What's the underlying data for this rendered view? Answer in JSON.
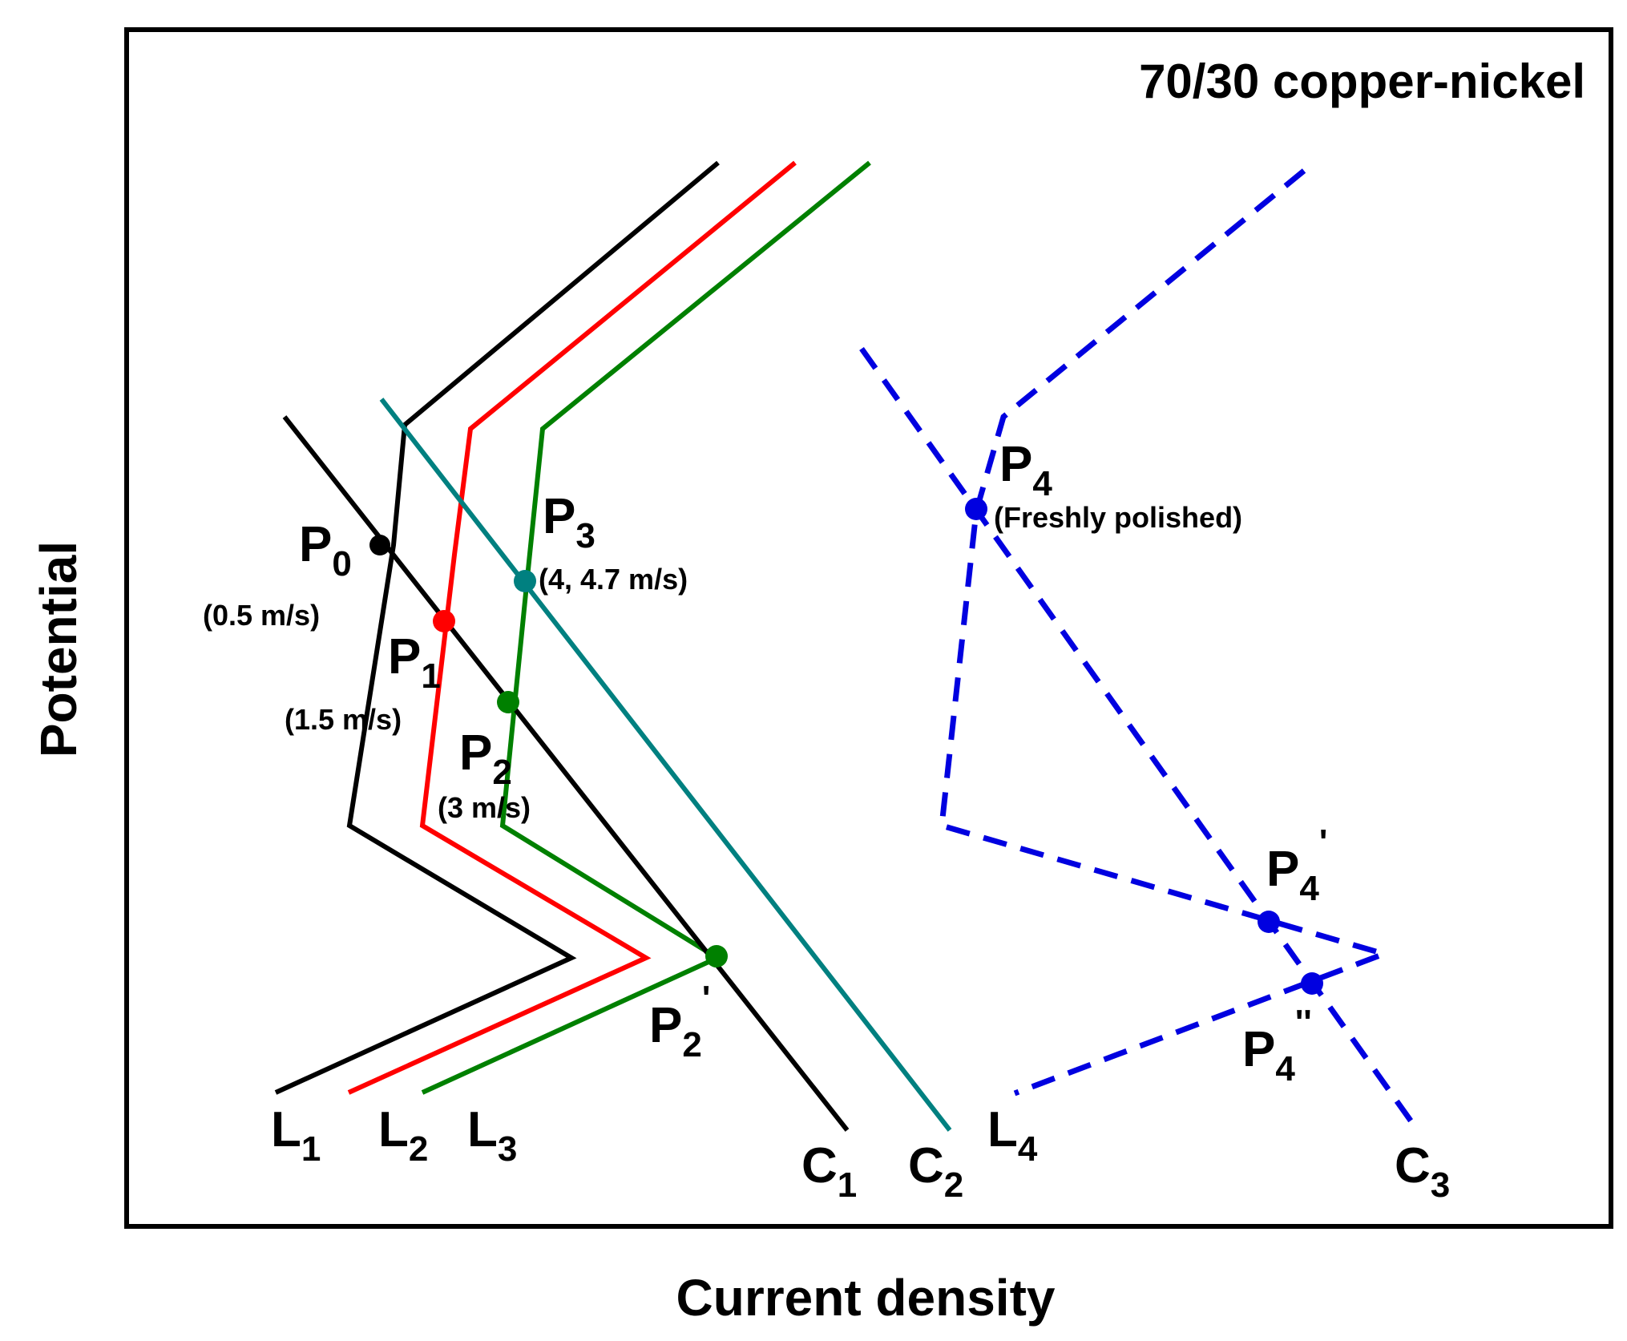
{
  "title": "70/30 copper-nickel",
  "axes": {
    "x_label": "Current density",
    "y_label": "Potential"
  },
  "colors": {
    "L1": "#000000",
    "L2": "#ff0000",
    "L3": "#008000",
    "C1": "#000000",
    "C2": "#008080",
    "blue": "#0000e0"
  },
  "curves": [
    {
      "id": "L1",
      "label": "L",
      "sub": "1"
    },
    {
      "id": "L2",
      "label": "L",
      "sub": "2"
    },
    {
      "id": "L3",
      "label": "L",
      "sub": "3"
    },
    {
      "id": "L4",
      "label": "L",
      "sub": "4"
    },
    {
      "id": "C1",
      "label": "C",
      "sub": "1"
    },
    {
      "id": "C2",
      "label": "C",
      "sub": "2"
    },
    {
      "id": "C3",
      "label": "C",
      "sub": "3"
    }
  ],
  "points": [
    {
      "id": "P0",
      "label": "P",
      "sub": "0",
      "note": "(0.5 m/s)"
    },
    {
      "id": "P1",
      "label": "P",
      "sub": "1",
      "note": "(1.5 m/s)"
    },
    {
      "id": "P2",
      "label": "P",
      "sub": "2",
      "note": "(3 m/s)"
    },
    {
      "id": "P3",
      "label": "P",
      "sub": "3",
      "note": "(4, 4.7 m/s)"
    },
    {
      "id": "P2p",
      "label": "P",
      "sub": "2",
      "sup": "'"
    },
    {
      "id": "P4",
      "label": "P",
      "sub": "4",
      "note": "(Freshly polished)"
    },
    {
      "id": "P4p",
      "label": "P",
      "sub": "4",
      "sup": "'"
    },
    {
      "id": "P4pp",
      "label": "P",
      "sub": "4",
      "sup": "''"
    }
  ]
}
